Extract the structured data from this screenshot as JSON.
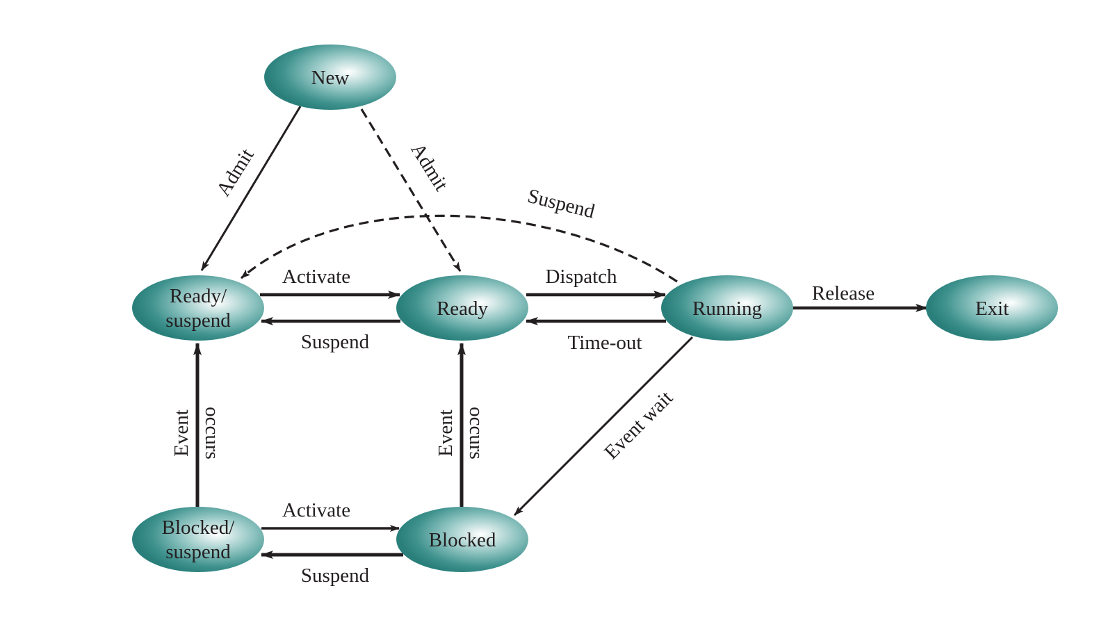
{
  "states": {
    "new": "New",
    "ready_suspend_line1": "Ready/",
    "ready_suspend_line2": "suspend",
    "ready": "Ready",
    "running": "Running",
    "exit": "Exit",
    "blocked_suspend_line1": "Blocked/",
    "blocked_suspend_line2": "suspend",
    "blocked": "Blocked"
  },
  "transitions": {
    "admit_to_ready_suspend": "Admit",
    "admit_to_ready": "Admit",
    "suspend_running_to_ready_suspend": "Suspend",
    "activate_ready_suspend_to_ready": "Activate",
    "suspend_ready_to_ready_suspend": "Suspend",
    "dispatch": "Dispatch",
    "timeout": "Time-out",
    "release": "Release",
    "event_wait": "Event wait",
    "event_occurs_left_word1": "Event",
    "event_occurs_left_word2": "occurs",
    "event_occurs_right_word1": "Event",
    "event_occurs_right_word2": "occurs",
    "activate_blocked_suspend_to_blocked": "Activate",
    "suspend_blocked_to_blocked_suspend": "Suspend"
  },
  "colors": {
    "node_center": "#ffffff",
    "node_mid": "#5aa6a3",
    "node_edge": "#2a7f7b",
    "line": "#231f20"
  }
}
